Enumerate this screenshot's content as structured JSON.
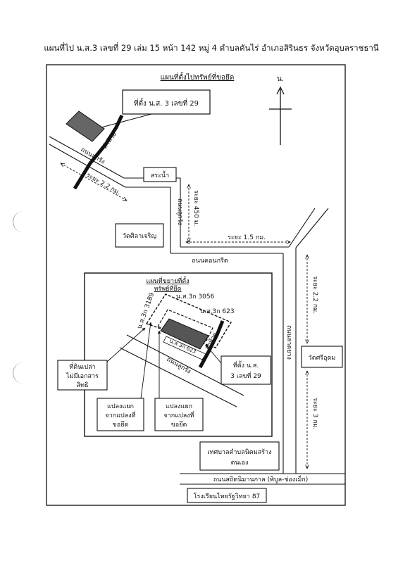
{
  "header": {
    "title": "แผนที่ไป น.ส.3 เลขที่ 29 เล่ม 15 หน้า 142 หมู่ 4 ตำบลคันไร่ อำเภอสิรินธร จังหวัดอุบลราชธานี"
  },
  "map": {
    "section_title": "แผนที่ตั้งไปทรัพย์ที่ขอยึด",
    "north_label": "น.",
    "location_box": "ที่ตั้ง น.ส. 3 เลขที่ 29",
    "stream": "ลำห้วย",
    "road_lukrang_top": "ถนนลูกรัง",
    "pond": "สระน้ำ",
    "distance_22": "ระยะ 2.2 กม.",
    "distance_450": "ระยะ 450 ม.",
    "road_lukrang_vertical": "ถนนลูกรัง",
    "temple_silacharoen": "วัดศิลาเจริญ",
    "distance_15": "ระยะ 1.5 กม.",
    "road_concrete": "ถนนคอนกรีต",
    "distance_22_right": "ระยะ 2.2 กม.",
    "road_asphalt": "ถนนลาดยาง",
    "temple_sriudom": "วัดศรีอุดม",
    "distance_3": "ระยะ 3 กม.",
    "municipality_line1": "เทศบาลตำบลนิคมสร้าง",
    "municipality_line2": "ตนเอง",
    "road_sathit": "ถนนสถิตนิมานกาล (พิบูล-ช่องเม็ก)",
    "school": "โรงเรียนไทยรัฐวิทยา 87"
  },
  "inset": {
    "title_line1": "แผนที่ขยายที่ตั้ง",
    "title_line2": "ทรัพย์ที่ยึด",
    "ns3_3189": "น.ส.3ก 3189",
    "ns3_3056": "น.ส.3ก 3056",
    "ns3_623": "น.ส.3ก 623",
    "ns3_623_small": "น.ส.3ก 623",
    "stream": "ลำห้วย",
    "road_lukrang": "ถนนลูกรัง",
    "location_line1": "ที่ตั้ง น.ส.",
    "location_line2": "3 เลขที่ 29",
    "vacant_line1": "ที่ดินเปล่า",
    "vacant_line2": "ไม่มีเอกสาร",
    "vacant_line3": "สิทธิ",
    "split1_line1": "แปลงแยก",
    "split1_line2": "จากแปลงที่",
    "split1_line3": "ขอยึด",
    "split2_line1": "แปลงแยก",
    "split2_line2": "จากแปลงที่",
    "split2_line3": "ขอยึด"
  }
}
